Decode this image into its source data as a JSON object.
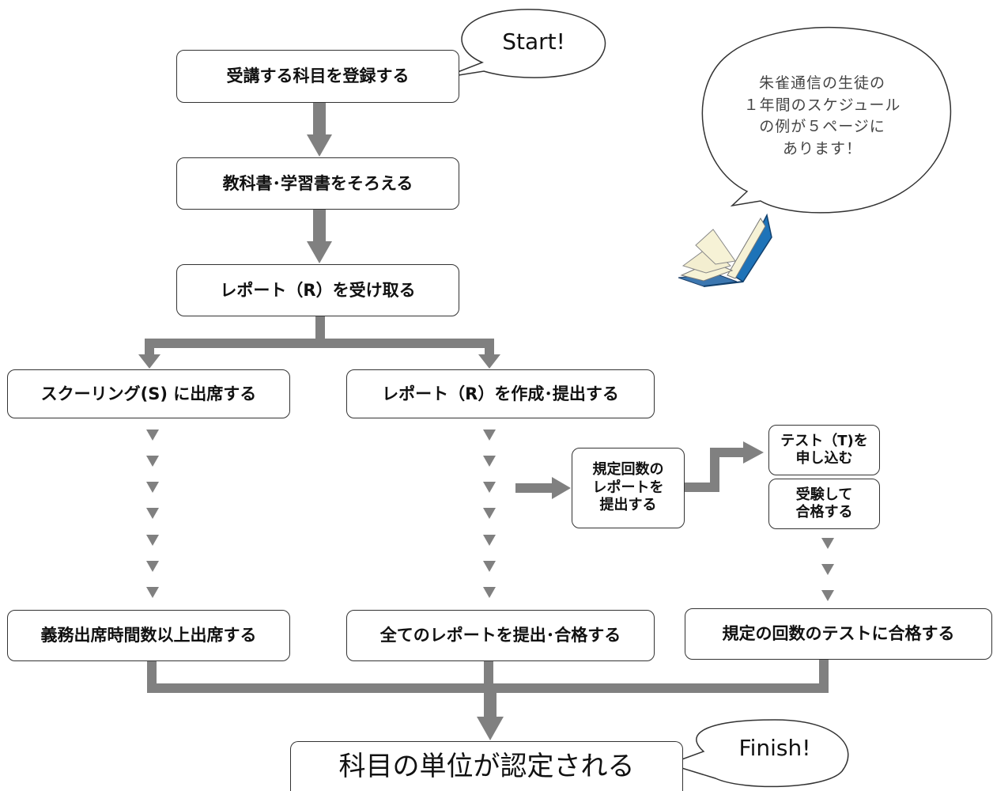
{
  "steps": {
    "register": "受講する科目を登録する",
    "textbooks": "教科書･学習書をそろえる",
    "receive_report": "レポート（R）を受け取る",
    "attend_schooling": "スクーリング(S) に出席する",
    "create_report": "レポート（R）を作成･提出する",
    "submit_required": [
      "規定回数の",
      "レポートを",
      "提出する"
    ],
    "apply_test": [
      "テスト（T)を",
      "申し込む"
    ],
    "pass_exam": [
      "受験して",
      "合格する"
    ],
    "attend_hours": "義務出席時間数以上出席する",
    "all_reports": "全てのレポートを提出･合格する",
    "pass_tests": "規定の回数のテストに合格する",
    "credit": "科目の単位が認定される"
  },
  "bubbles": {
    "start": "Start!",
    "finish": "Finish!",
    "note": [
      "朱雀通信の生徒の",
      "１年間のスケジュール",
      "の例が５ページに",
      "あります！"
    ]
  },
  "colors": {
    "arrow": "#808080",
    "border": "#333333",
    "book_cover": "#1e73b8",
    "book_pages": "#f6f2d6"
  }
}
